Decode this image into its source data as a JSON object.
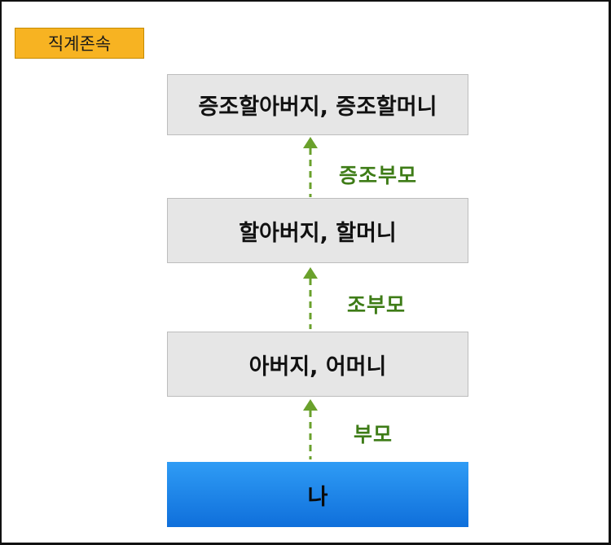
{
  "title": "직계존속",
  "generations": [
    {
      "label": "증조할아버지, 증조할머니"
    },
    {
      "label": "할아버지, 할머니"
    },
    {
      "label": "아버지, 어머니"
    },
    {
      "label": "나"
    }
  ],
  "relations": [
    {
      "label": "증조부모"
    },
    {
      "label": "조부모"
    },
    {
      "label": "부모"
    }
  ],
  "colors": {
    "title_bg": "#f7b322",
    "box_bg": "#e6e6e6",
    "self_bg_top": "#2f9cf5",
    "self_bg_bottom": "#0f6fdb",
    "arrow": "#6aa12c",
    "relation_text": "#3e7c17"
  }
}
